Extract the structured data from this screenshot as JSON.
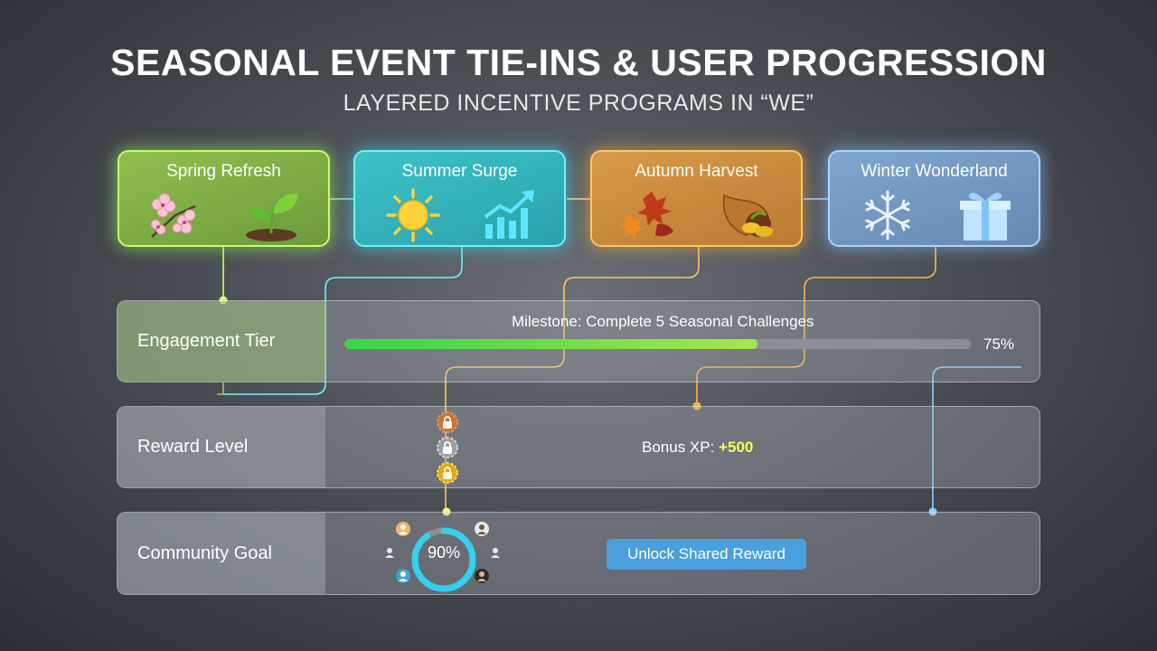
{
  "title": "SEASONAL EVENT TIE-INS & USER PROGRESSION",
  "subtitle": "LAYERED INCENTIVE PROGRAMS IN “WE”",
  "seasons": [
    {
      "label": "Spring Refresh",
      "icons": [
        "cherry-blossom-icon",
        "seedling-icon"
      ],
      "color": "#8fbf4e"
    },
    {
      "label": "Summer Surge",
      "icons": [
        "sun-icon",
        "growth-chart-icon"
      ],
      "color": "#3cc2c9"
    },
    {
      "label": "Autumn Harvest",
      "icons": [
        "fallen-leaves-icon",
        "cornucopia-icon"
      ],
      "color": "#d89a47"
    },
    {
      "label": "Winter Wonderland",
      "icons": [
        "snowflake-icon",
        "gift-icon"
      ],
      "color": "#7fa6cf"
    }
  ],
  "rows": {
    "engagement": {
      "label": "Engagement Tier",
      "milestone": "Milestone: Complete 5 Seasonal Challenges",
      "progress": 0.66,
      "percent_label": "75%"
    },
    "reward": {
      "label": "Reward Level",
      "bonus_label": "Bonus XP: ",
      "bonus_value": "+500",
      "badges": [
        "bronze-lock-badge-icon",
        "silver-lock-badge-icon",
        "gold-lock-badge-icon"
      ]
    },
    "community": {
      "label": "Community Goal",
      "ring_label": "90%",
      "ring_progress": 0.9,
      "button_label": "Unlock Shared Reward",
      "button_color": "#4b9fdd"
    }
  }
}
